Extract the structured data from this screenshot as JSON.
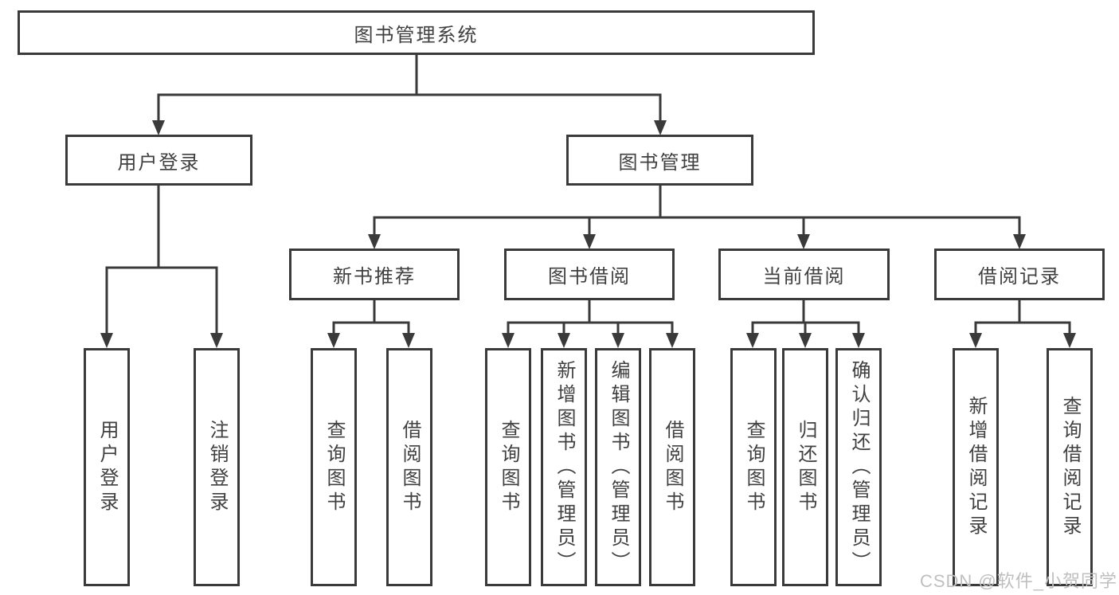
{
  "title": "图书管理系统",
  "watermark": "CSDN @软件_小贺同学",
  "colors": {
    "line": "#3a3a3a",
    "text": "#404040",
    "watermark": "#bfbfbf",
    "bg": "#ffffff"
  },
  "nodes": {
    "root": "图书管理系统",
    "user_login": "用户登录",
    "book_mgmt": "图书管理",
    "new_book_rec": "新书推荐",
    "book_borrow": "图书借阅",
    "current_borrow": "当前借阅",
    "borrow_records": "借阅记录",
    "u_login": "用户登录",
    "u_logout": "注销登录",
    "nb_query": "查询图书",
    "nb_borrow": "借阅图书",
    "bb_query": "查询图书",
    "bb_add": "新增图书（管理员）",
    "bb_edit": "编辑图书（管理员）",
    "bb_borrow": "借阅图书",
    "cb_query": "查询图书",
    "cb_return": "归还图书",
    "cb_confirm": "确认归还（管理员）",
    "br_add": "新增借阅记录",
    "br_query": "查询借阅记录"
  },
  "hierarchy": {
    "图书管理系统": {
      "用户登录": [
        "用户登录",
        "注销登录"
      ],
      "图书管理": {
        "新书推荐": [
          "查询图书",
          "借阅图书"
        ],
        "图书借阅": [
          "查询图书",
          "新增图书（管理员）",
          "编辑图书（管理员）",
          "借阅图书"
        ],
        "当前借阅": [
          "查询图书",
          "归还图书",
          "确认归还（管理员）"
        ],
        "借阅记录": [
          "新增借阅记录",
          "查询借阅记录"
        ]
      }
    }
  }
}
